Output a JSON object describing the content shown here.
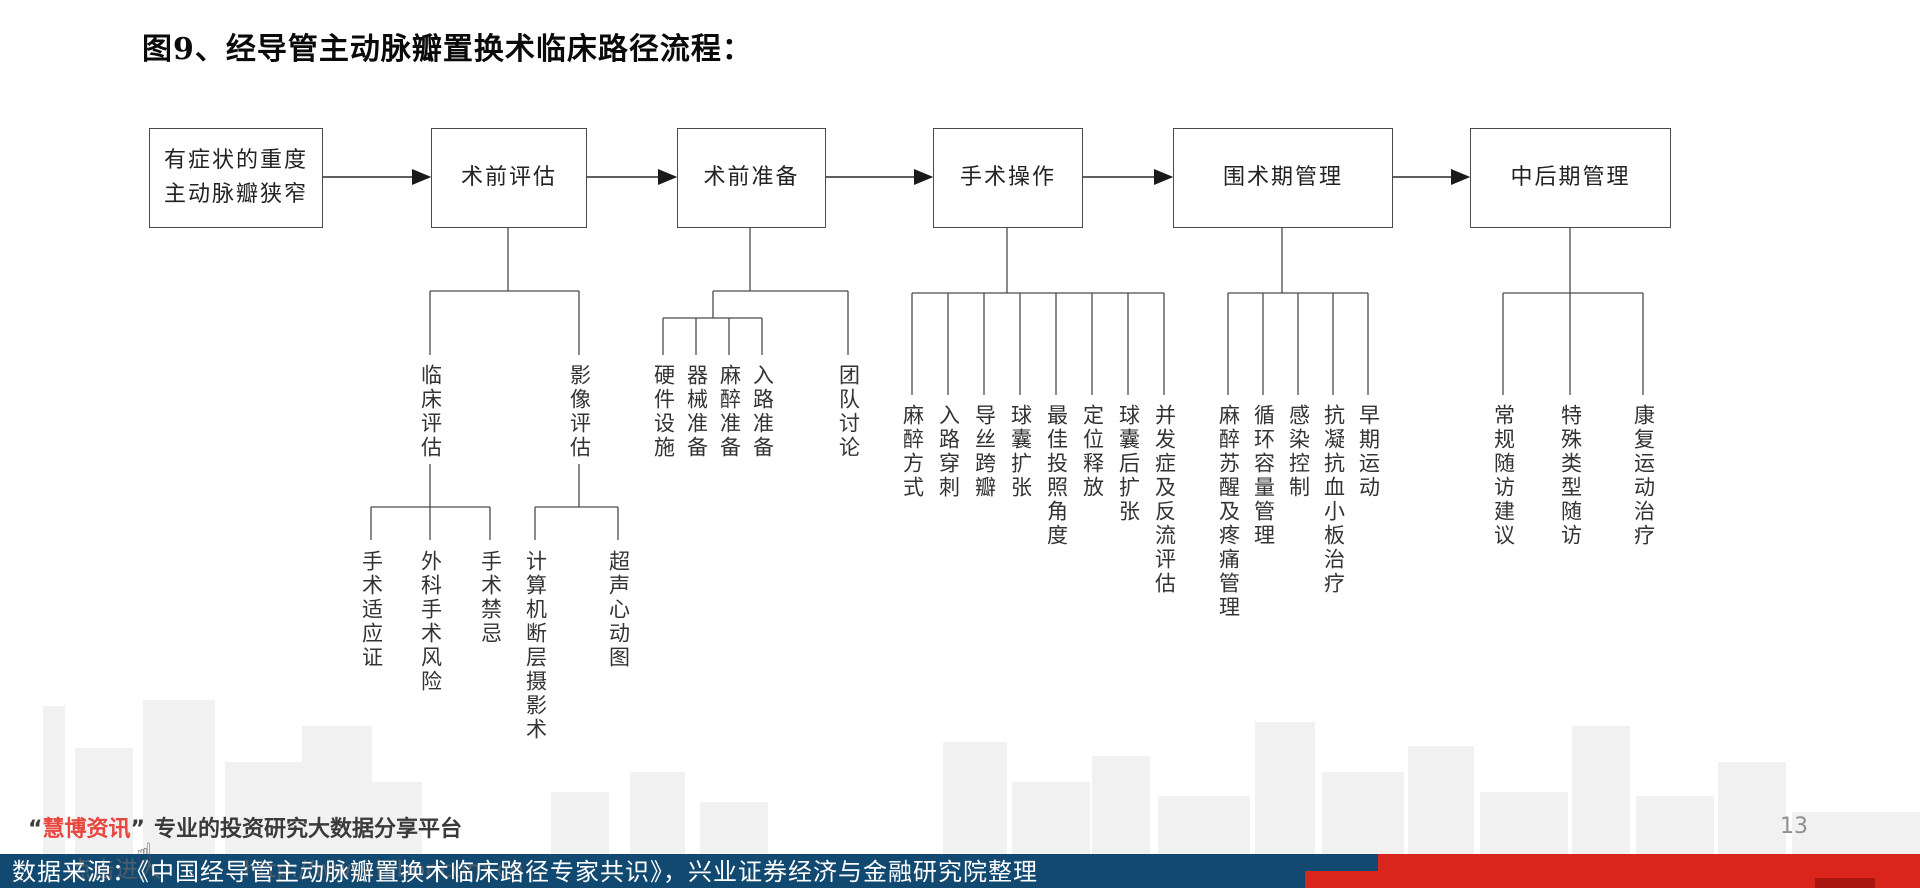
{
  "title": "图9、经导管主动脉瓣置换术临床路径流程：",
  "flow_boxes": [
    {
      "lines": [
        "有症状的重度",
        "主动脉瓣狭窄"
      ],
      "name": "symptomatic-severe-aortic-stenosis"
    },
    {
      "lines": [
        "术前评估"
      ],
      "name": "preoperative-evaluation"
    },
    {
      "lines": [
        "术前准备"
      ],
      "name": "preoperative-preparation"
    },
    {
      "lines": [
        "手术操作"
      ],
      "name": "surgical-operation"
    },
    {
      "lines": [
        "围术期管理"
      ],
      "name": "perioperative-management"
    },
    {
      "lines": [
        "中后期管理"
      ],
      "name": "mid-late-management"
    }
  ],
  "tree": {
    "preop_eval_children": [
      "临床评估",
      "影像评估"
    ],
    "clinical_eval_children": [
      "手术适应证",
      "外科手术风险",
      "手术禁忌"
    ],
    "imaging_eval_children": [
      "计算机断层摄影术",
      "超声心动图"
    ],
    "preop_prep_children": [
      "硬件设施",
      "器械准备",
      "麻醉准备",
      "入路准备",
      "团队讨论"
    ],
    "operation_children": [
      "麻醉方式",
      "入路穿刺",
      "导丝跨瓣",
      "球囊扩张",
      "最佳投照角度",
      "定位释放",
      "球囊后扩张",
      "并发症及反流评估"
    ],
    "periop_children": [
      "麻醉苏醒及疼痛管理",
      "循环容量管理",
      "感染控制",
      "抗凝抗血小板治疗",
      "早期运动"
    ],
    "late_children": [
      "常规随访建议",
      "特殊类型随访",
      "康复运动治疗"
    ]
  },
  "footer": {
    "logo_quote_open": "“",
    "logo_brand": "慧博资讯",
    "logo_quote_close": "”",
    "logo_tagline": "专业的投资研究大数据分享平台",
    "watermark_text": "点击进入",
    "watermark_url": "http://www.hibor.com.cn",
    "hand_icon": "☝",
    "source_text": "数据来源：《中国经导管主动脉瓣置换术临床路径专家共识》，兴业证券经济与金融研究院整理",
    "page_number": "13"
  },
  "colors": {
    "brand_red": "#e8453c",
    "bar_blue": "#124970",
    "bar_red": "#da251d",
    "bar_red_dark": "#a8170f",
    "line": "#4a4a4a",
    "skyline": "#f1f1f1"
  }
}
